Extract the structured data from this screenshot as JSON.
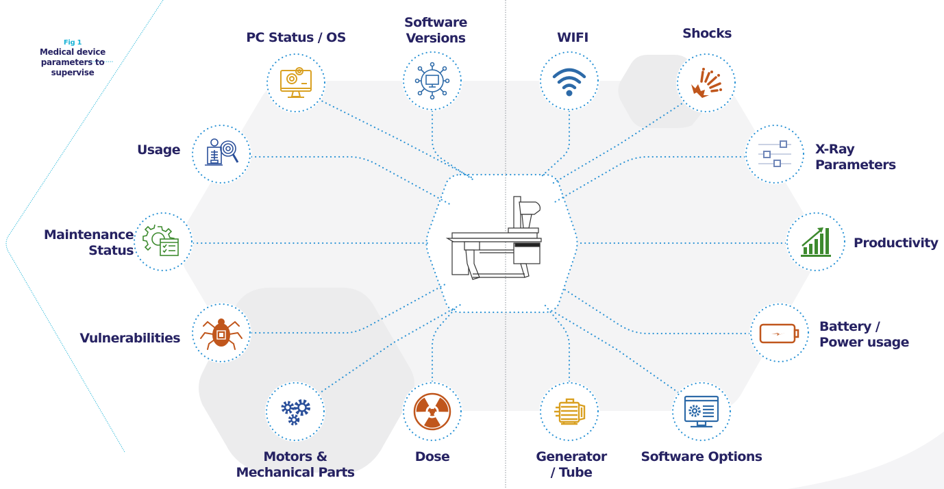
{
  "figure": {
    "number": "Fig 1",
    "caption_lines": [
      "Medical device",
      "parameters to",
      "supervise"
    ]
  },
  "center": {
    "name": "X-ray table system",
    "icon": "xray-table-icon"
  },
  "colors": {
    "label": "#262262",
    "connector": "#2f95d6",
    "figure_number": "#1bb3d6",
    "accent_gold": "#d9a021",
    "accent_blue": "#2d6aa8",
    "accent_navy_blue": "#2a4f9a",
    "accent_orange": "#c0561c",
    "accent_green": "#3d8a2e",
    "slate_blue": "#6f86b8",
    "background_hex": "#f4f4f5",
    "background_hex_dark": "#ececed"
  },
  "parameters": [
    {
      "id": "pc-status",
      "lines": [
        "PC Status / OS"
      ],
      "icon": "monitor-gears-icon",
      "color": "#d9a021"
    },
    {
      "id": "software-versions",
      "lines": [
        "Software",
        "Versions"
      ],
      "icon": "circuit-monitor-icon",
      "color": "#2d6aa8"
    },
    {
      "id": "wifi",
      "lines": [
        "WIFI"
      ],
      "icon": "wifi-icon",
      "color": "#2d6aa8"
    },
    {
      "id": "shocks",
      "lines": [
        "Shocks"
      ],
      "icon": "shock-impact-icon",
      "color": "#c0561c"
    },
    {
      "id": "usage",
      "lines": [
        "Usage"
      ],
      "icon": "xray-search-icon",
      "color": "#2a4f9a"
    },
    {
      "id": "xray-parameters",
      "lines": [
        "X-Ray",
        "Parameters"
      ],
      "icon": "sliders-icon",
      "color": "#6f86b8"
    },
    {
      "id": "maintenance-status",
      "lines": [
        "Maintenance",
        "Status"
      ],
      "icon": "gear-checklist-icon",
      "color": "#3d8a2e"
    },
    {
      "id": "productivity",
      "lines": [
        "Productivity"
      ],
      "icon": "growth-chart-icon",
      "color": "#3d8a2e"
    },
    {
      "id": "vulnerabilities",
      "lines": [
        "Vulnerabilities"
      ],
      "icon": "bug-chip-icon",
      "color": "#c0561c"
    },
    {
      "id": "battery",
      "lines": [
        "Battery /",
        "Power usage"
      ],
      "icon": "battery-charging-icon",
      "color": "#c0561c"
    },
    {
      "id": "motors",
      "lines": [
        "Motors &",
        "Mechanical Parts"
      ],
      "icon": "gears-icon",
      "color": "#2a4f9a"
    },
    {
      "id": "dose",
      "lines": [
        "Dose"
      ],
      "icon": "radiation-icon",
      "color": "#c0561c"
    },
    {
      "id": "generator",
      "lines": [
        "Generator",
        "/ Tube"
      ],
      "icon": "generator-motor-icon",
      "color": "#d9a021"
    },
    {
      "id": "software-options",
      "lines": [
        "Software Options"
      ],
      "icon": "monitor-settings-icon",
      "color": "#2d6aa8"
    }
  ]
}
